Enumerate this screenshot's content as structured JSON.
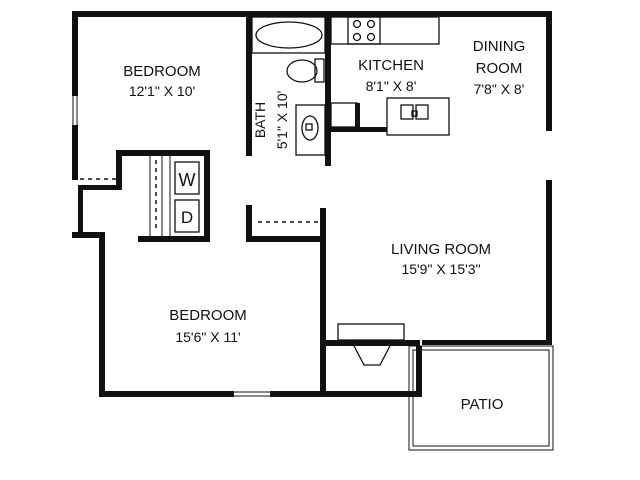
{
  "rooms": {
    "bedroom1": {
      "name": "BEDROOM",
      "size": "12'1\" X 10'"
    },
    "bath": {
      "name": "BATH",
      "size": "5'1\" X 10'"
    },
    "kitchen": {
      "name": "KITCHEN",
      "size": "8'1\" X 8'"
    },
    "dining": {
      "name_line1": "DINING",
      "name_line2": "ROOM",
      "size": "7'8\" X 8'"
    },
    "living": {
      "name": "LIVING ROOM",
      "size": "15'9\" X 15'3\""
    },
    "bedroom2": {
      "name": "BEDROOM",
      "size": "15'6\" X 11'"
    },
    "patio": {
      "name": "PATIO"
    }
  },
  "appliances": {
    "washer": "W",
    "dryer": "D"
  }
}
